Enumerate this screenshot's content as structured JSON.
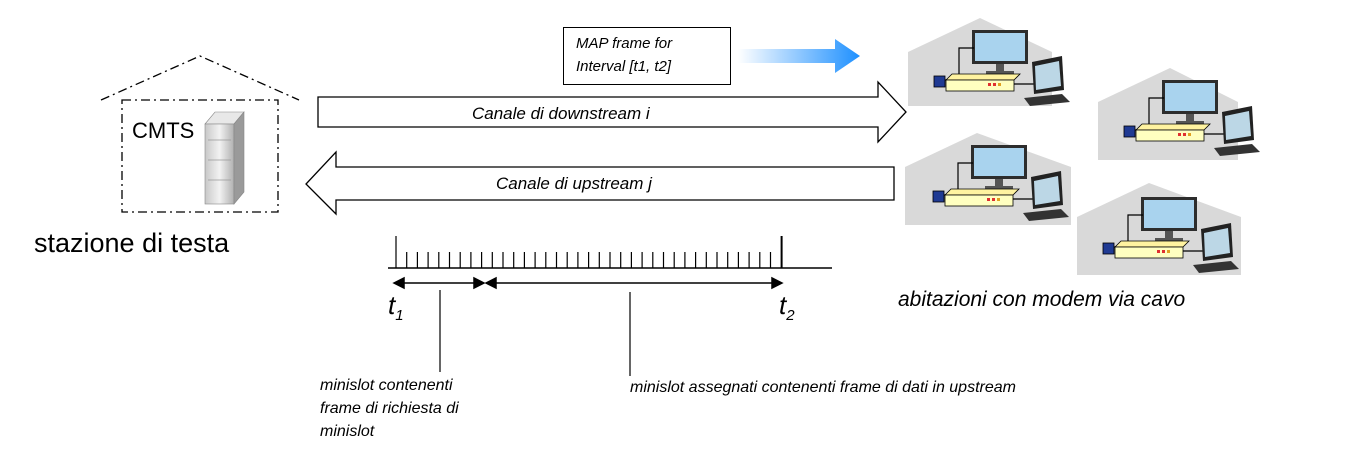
{
  "headend": {
    "cmts_label": "CMTS",
    "station_label": "stazione di testa"
  },
  "map_frame": {
    "line1": "MAP frame for",
    "line2": "Interval [t1, t2]"
  },
  "channels": {
    "downstream": "Canale di downstream i",
    "upstream": "Canale di upstream j"
  },
  "homes_label": "abitazioni con modem via cavo",
  "timeline": {
    "t1": "t",
    "t1_sub": "1",
    "t2": "t",
    "t2_sub": "2",
    "request_label": [
      "minislot contenenti",
      "frame di richiesta di",
      "minislot"
    ],
    "assigned_label": "minislot assegnati contenenti frame di dati in upstream"
  },
  "colors": {
    "arrow_blue": "#1e90ff",
    "house_fill": "#d9d9d9",
    "modem_fill": "#ffffc0",
    "monitor_screen": "#a9d3ee"
  }
}
